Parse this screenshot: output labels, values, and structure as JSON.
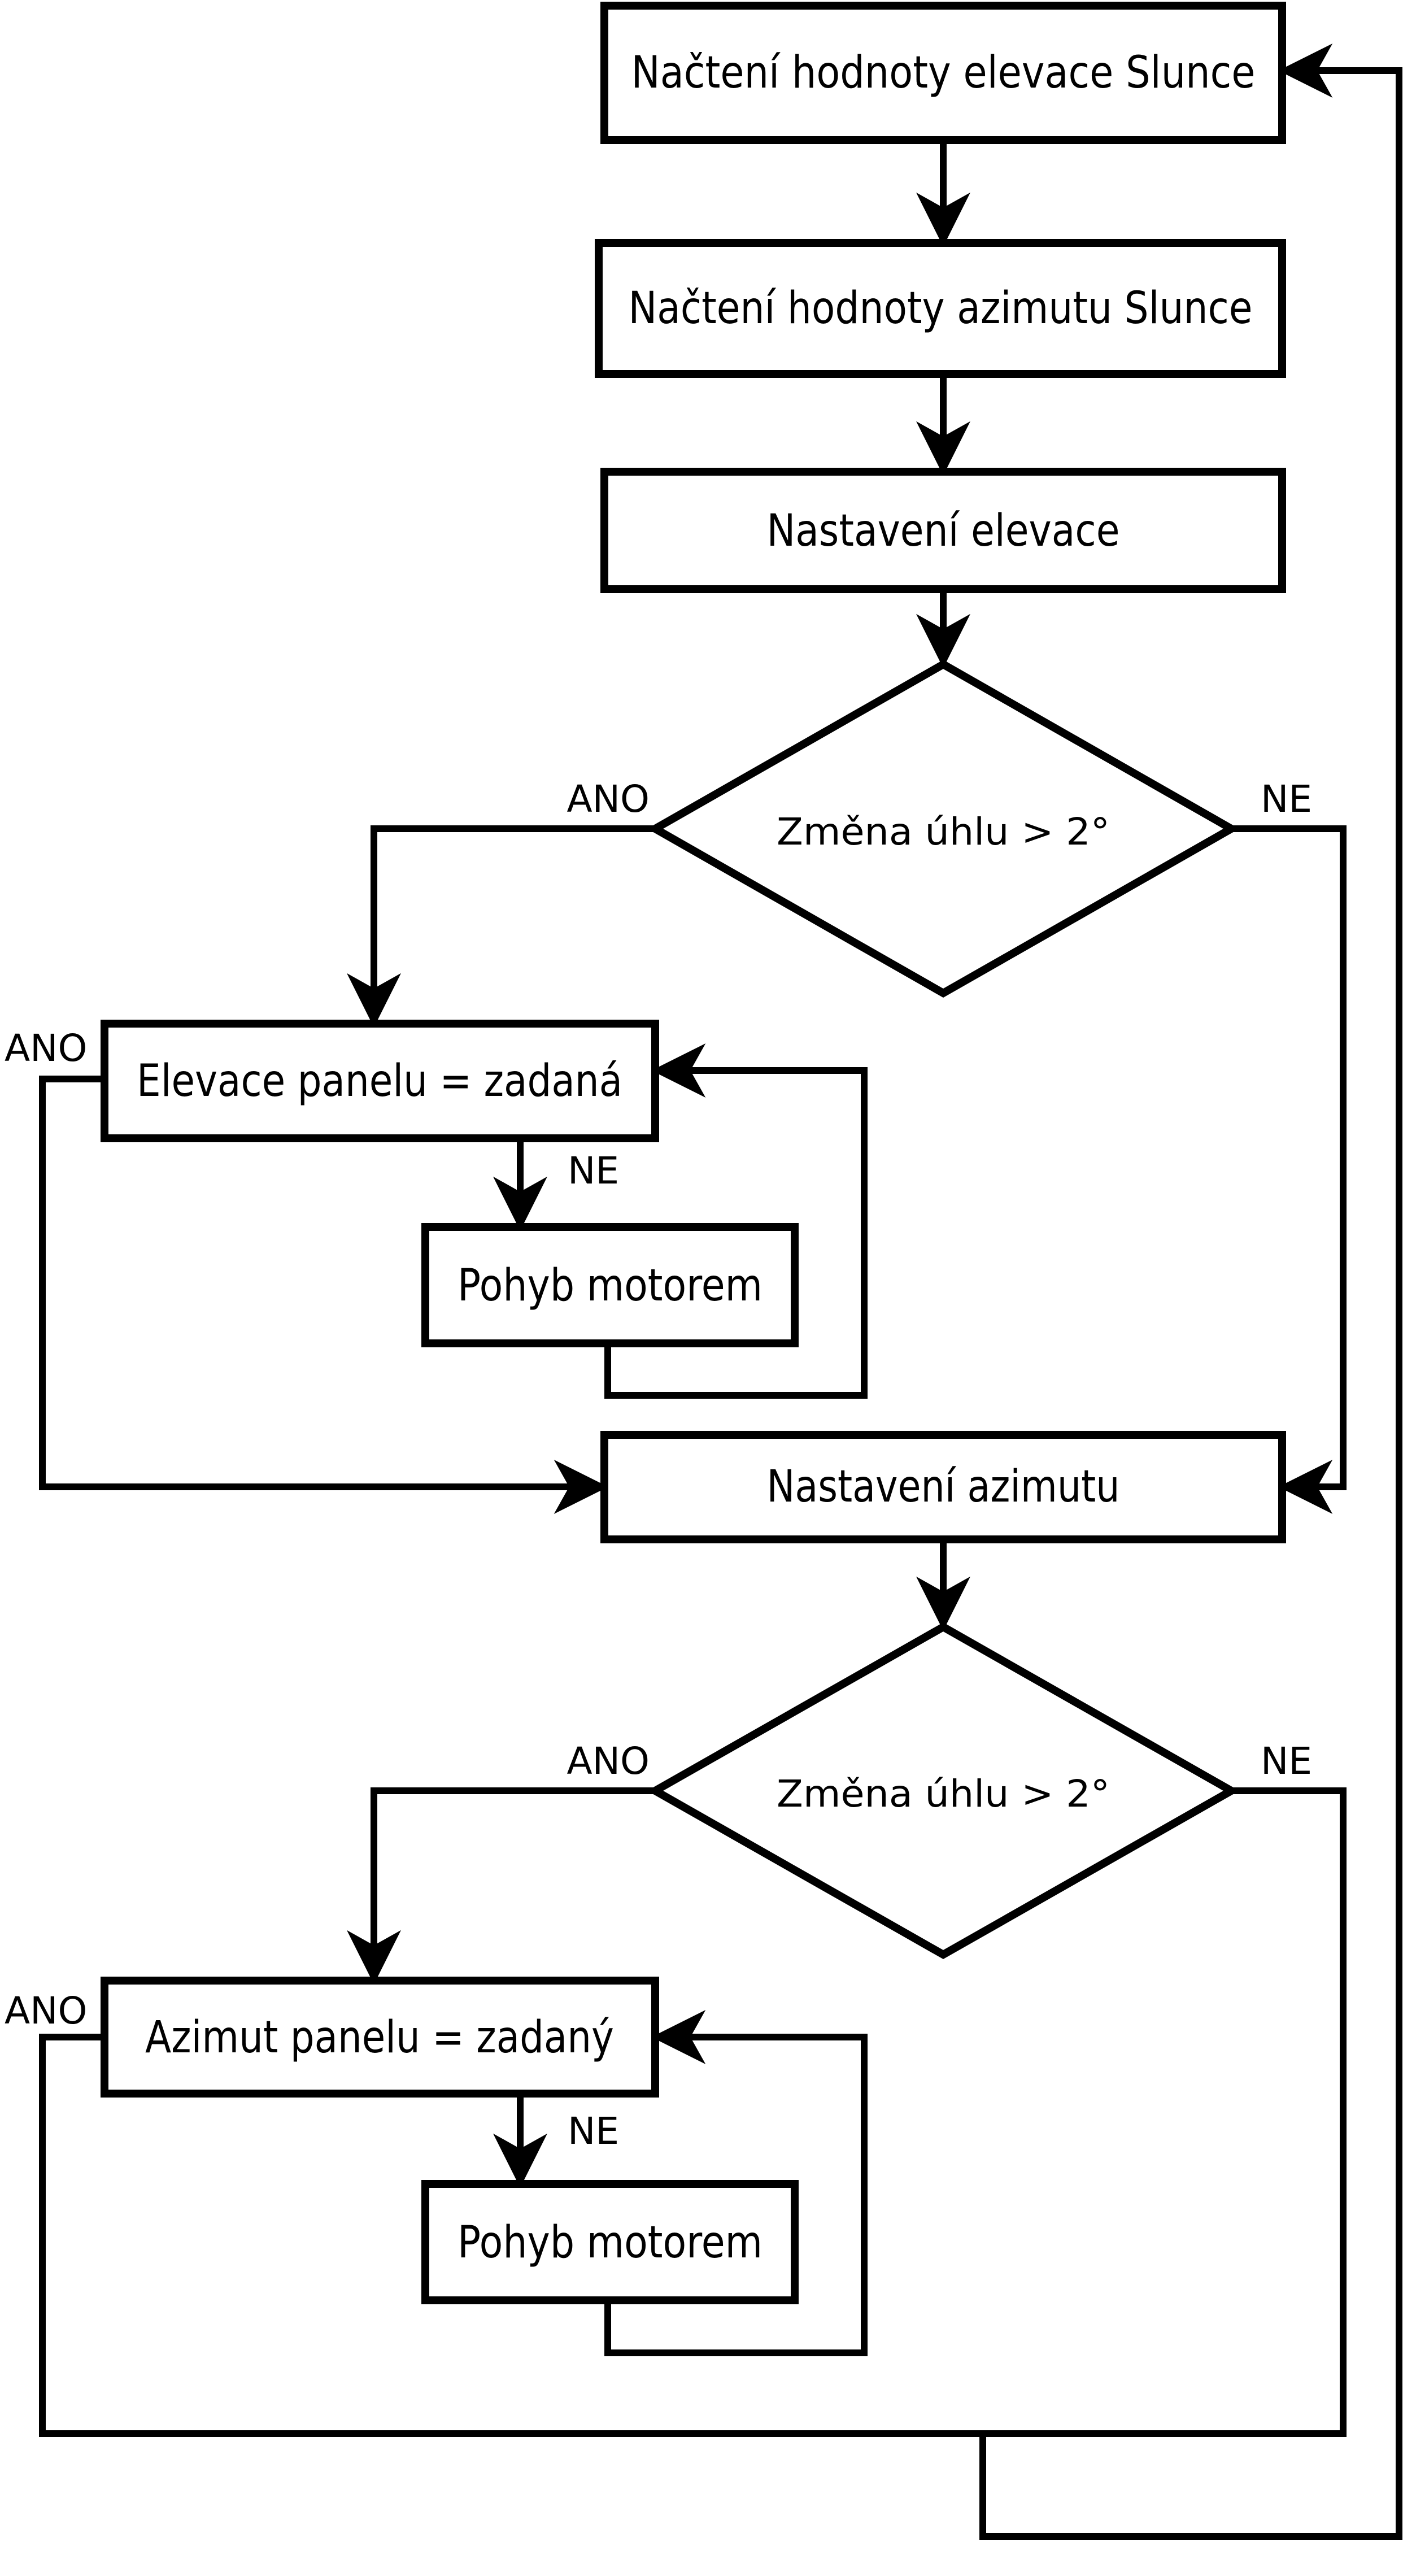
{
  "diagram": {
    "type": "flowchart",
    "language": "cs",
    "colors": {
      "stroke": "#000000",
      "background": "#ffffff",
      "fill": "#ffffff"
    },
    "nodes": {
      "load_sun_elevation": {
        "label": "Načtení hodnoty elevace Slunce",
        "shape": "rect"
      },
      "load_sun_azimuth": {
        "label": "Načtení hodnoty azimutu Slunce",
        "shape": "rect"
      },
      "set_elevation": {
        "label": "Nastavení elevace",
        "shape": "rect"
      },
      "elevation_angle_decision": {
        "label": "Změna úhlu > 2°",
        "shape": "diamond"
      },
      "elevation_panel_check": {
        "label": "Elevace panelu = zadaná",
        "shape": "rect"
      },
      "elevation_motor_move": {
        "label": "Pohyb motorem",
        "shape": "rect"
      },
      "set_azimuth": {
        "label": "Nastavení azimutu",
        "shape": "rect"
      },
      "azimuth_angle_decision": {
        "label": "Změna úhlu > 2°",
        "shape": "diamond"
      },
      "azimuth_panel_check": {
        "label": "Azimut panelu = zadaný",
        "shape": "rect"
      },
      "azimuth_motor_move": {
        "label": "Pohyb motorem",
        "shape": "rect"
      }
    },
    "edge_labels": {
      "elevation_decision_yes": "ANO",
      "elevation_decision_no": "NE",
      "elevation_check_yes": "ANO",
      "elevation_check_no": "NE",
      "azimuth_decision_yes": "ANO",
      "azimuth_decision_no": "NE",
      "azimuth_check_yes": "ANO",
      "azimuth_check_no": "NE"
    }
  }
}
